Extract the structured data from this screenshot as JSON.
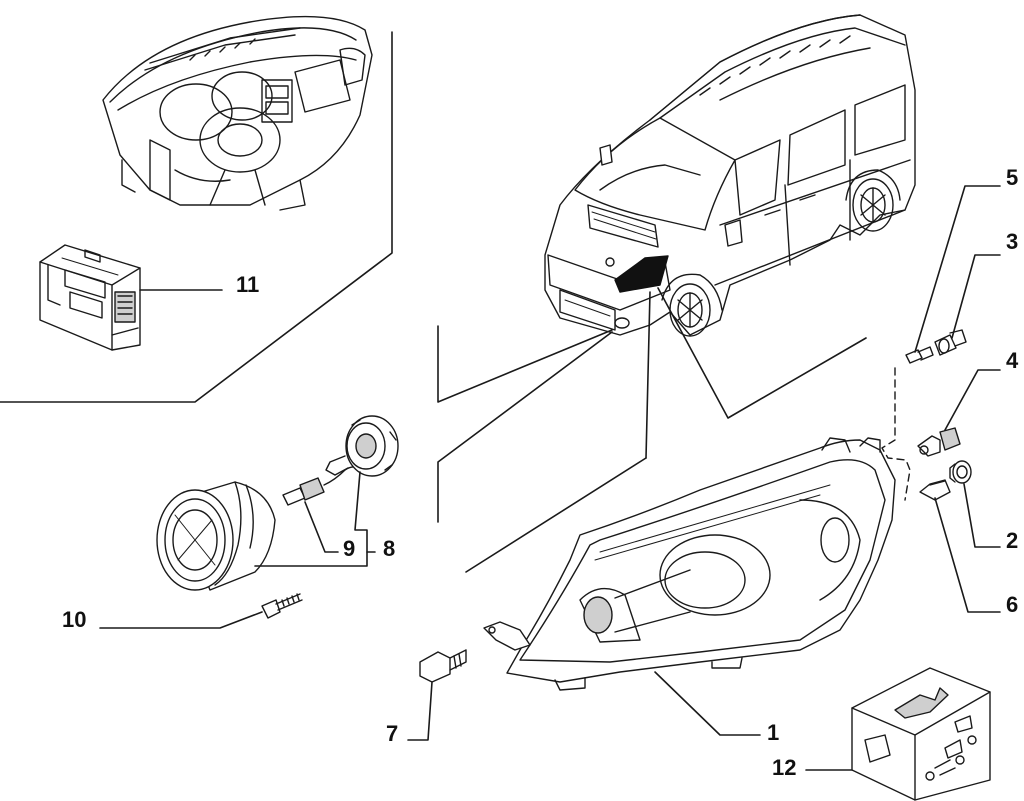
{
  "diagram": {
    "callouts": [
      {
        "id": "c1",
        "label": "1"
      },
      {
        "id": "c2",
        "label": "2"
      },
      {
        "id": "c3",
        "label": "3"
      },
      {
        "id": "c4",
        "label": "4"
      },
      {
        "id": "c5",
        "label": "5"
      },
      {
        "id": "c6",
        "label": "6"
      },
      {
        "id": "c7",
        "label": "7"
      },
      {
        "id": "c8",
        "label": "8"
      },
      {
        "id": "c9",
        "label": "9"
      },
      {
        "id": "c10",
        "label": "10"
      },
      {
        "id": "c11",
        "label": "11"
      },
      {
        "id": "c12",
        "label": "12"
      }
    ],
    "colors": {
      "stroke": "#1a1a1a",
      "fill": "#ffffff",
      "shade": "#cfcfcf",
      "dark": "#111111"
    }
  }
}
